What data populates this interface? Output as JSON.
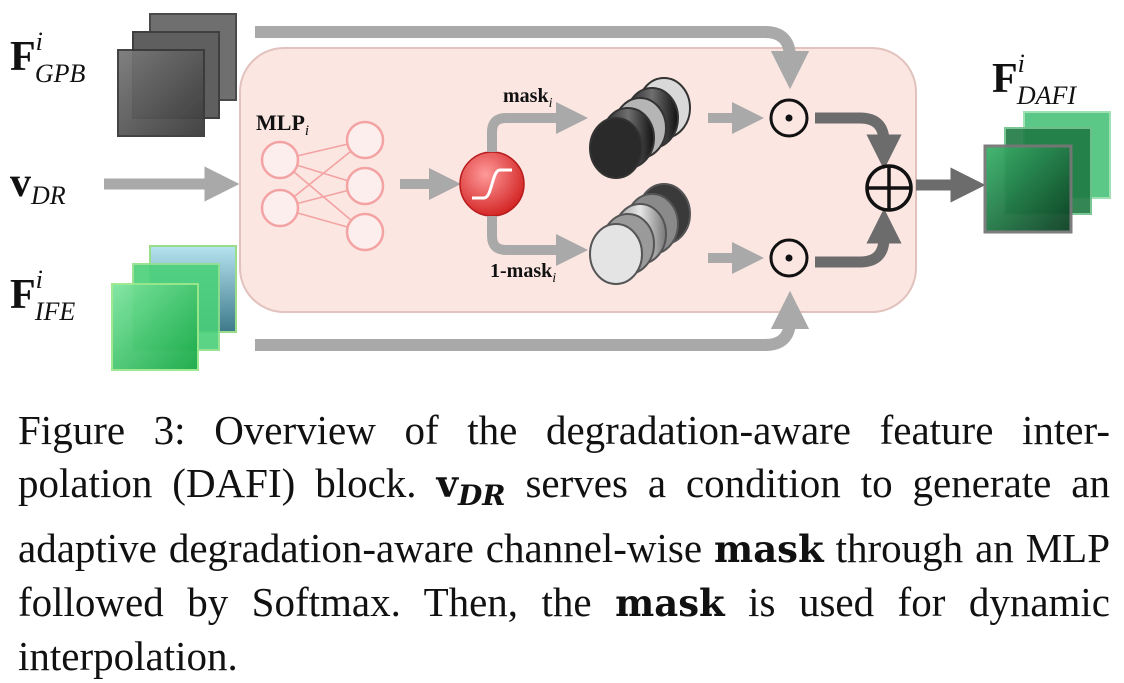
{
  "inputs": {
    "gpb": {
      "base": "F",
      "sup": "i",
      "sub": "GPB"
    },
    "vdr": {
      "base": "v",
      "sub": "DR"
    },
    "ife": {
      "base": "F",
      "sup": "i",
      "sub": "IFE"
    }
  },
  "block": {
    "mlp": {
      "base": "MLP",
      "sub": "i"
    },
    "mask": {
      "base": "mask",
      "sub": "i"
    },
    "inv_mask": {
      "base": "1-mask",
      "sub": "i"
    },
    "hadamard_symbol": "⊙",
    "sum_symbol": "⊕"
  },
  "output": {
    "base": "F",
    "sup": "i",
    "sub": "DAFI"
  },
  "colors": {
    "block_fill": "#fbe6e2",
    "block_stroke": "#e5c4bf",
    "arrow": "#a6a6a6",
    "arrow_dark": "#6e6e6e",
    "mlp_node": "#f4a3a3",
    "sigmoid": "#e43d3d",
    "gpb_feature": "#555555",
    "ife_feature": "#1fc04f",
    "dafi_feature": "#1e6b3c"
  },
  "caption": {
    "figure_label": "Figure 3:",
    "part1": "Overview of the degradation-aware feature inter-polation (DAFI) block.",
    "vdr_base": "v",
    "vdr_sub": "DR",
    "part2": "serves a condition to generate an adaptive degradation-aware channel-wise",
    "mask_word": "mask",
    "part3": "through an MLP followed by Softmax. Then, the",
    "mask_word2": "mask",
    "part4": "is used for dynamic interpolation."
  }
}
